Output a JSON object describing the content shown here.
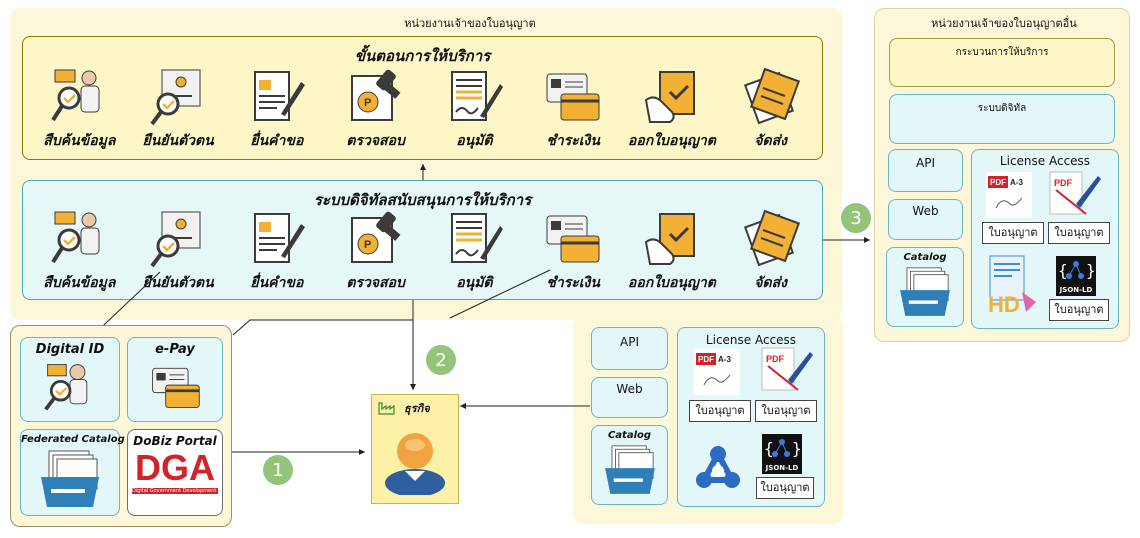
{
  "main_panel": {
    "title": "หน่วยงานเจ้าของใบอนุญาต"
  },
  "process_panel": {
    "title": "ขั้นตอนการให้บริการ",
    "steps": [
      "สืบค้นข้อมูล",
      "ยืนยันตัวตน",
      "ยื่นคำขอ",
      "ตรวจสอบ",
      "อนุมัติ",
      "ชำระเงิน",
      "ออกใบอนุญาต",
      "จัดส่ง"
    ]
  },
  "digital_panel": {
    "title": "ระบบดิจิทัลสนับสนุนการให้บริการ",
    "steps": [
      "สืบค้นข้อมูล",
      "ยืนยันตัวตน",
      "ยื่นคำขอ",
      "ตรวจสอบ",
      "อนุมัติ",
      "ชำระเงิน",
      "ออกใบอนุญาต",
      "จัดส่ง"
    ]
  },
  "right_panel": {
    "title": "หน่วยงานเจ้าของใบอนุญาตอื่น",
    "service_process": "กระบวนการให้บริการ",
    "digital_system": "ระบบดิจิทัล",
    "api": "API",
    "web": "Web",
    "catalog": "Catalog",
    "license_access": "License Access",
    "license_items": [
      "ใบอนุญาต",
      "ใบอนุญาต",
      "ใบอนุญาต"
    ],
    "pdf_a3": "PDF A-3",
    "json_ld": "JSON-LD"
  },
  "shared_services": {
    "digital_id": "Digital ID",
    "e_pay": "e-Pay",
    "federated_catalog": "Federated Catalog",
    "dobiz_portal": "DoBiz Portal",
    "dga_logo": "DGA",
    "dga_sub": "Digital Government Development Agency"
  },
  "business": {
    "label": "ธุรกิจ"
  },
  "bottom_right": {
    "api": "API",
    "web": "Web",
    "catalog": "Catalog",
    "license_access": "License Access",
    "license_items": [
      "ใบอนุญาต",
      "ใบอนุญาต",
      "ใบอนุญาต"
    ],
    "json_ld": "JSON-LD"
  },
  "badges": [
    "1",
    "2",
    "3"
  ],
  "colors": {
    "yellow_panel": "#fdf7d9",
    "step_panel": "#fdf6c6",
    "cyan_panel": "#e6f7f8",
    "badge_green": "#92c47a",
    "icon_orange": "#f2b134",
    "icon_dark": "#3b3b3b"
  }
}
